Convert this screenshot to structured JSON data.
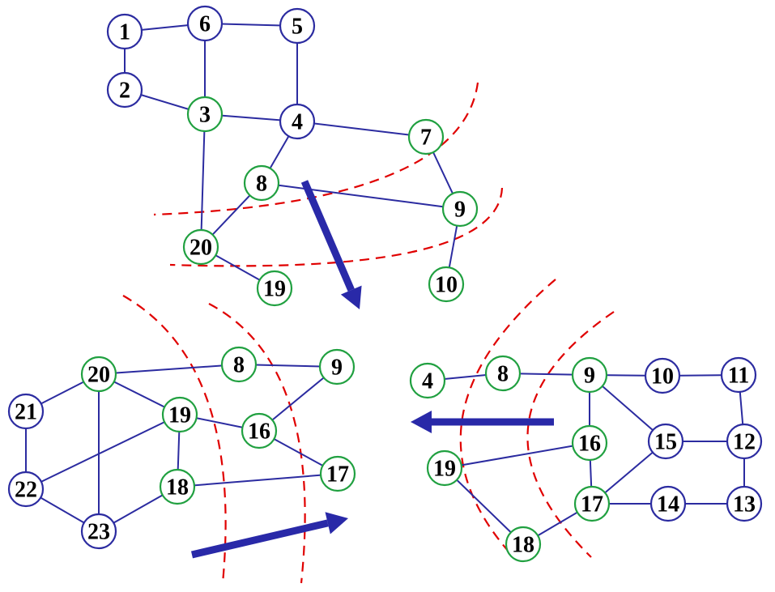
{
  "colors": {
    "edge": "#2b2ba0",
    "node_border_blue": "#2b2ba0",
    "node_border_green": "#20a040",
    "cut_line": "#e00000",
    "arrow": "#2929a8",
    "background": "#ffffff"
  },
  "graphs": [
    {
      "id": "top",
      "nodes": [
        {
          "id": "t1",
          "label": "1",
          "color": "blue"
        },
        {
          "id": "t2",
          "label": "2",
          "color": "blue"
        },
        {
          "id": "t3",
          "label": "3",
          "color": "green"
        },
        {
          "id": "t4",
          "label": "4",
          "color": "blue"
        },
        {
          "id": "t5",
          "label": "5",
          "color": "blue"
        },
        {
          "id": "t6",
          "label": "6",
          "color": "blue"
        },
        {
          "id": "t7",
          "label": "7",
          "color": "green"
        },
        {
          "id": "t8",
          "label": "8",
          "color": "green"
        },
        {
          "id": "t9",
          "label": "9",
          "color": "green"
        },
        {
          "id": "t10",
          "label": "10",
          "color": "green"
        },
        {
          "id": "t19",
          "label": "19",
          "color": "green"
        },
        {
          "id": "t20",
          "label": "20",
          "color": "green"
        }
      ],
      "edges": [
        [
          "t1",
          "t6"
        ],
        [
          "t1",
          "t2"
        ],
        [
          "t6",
          "t5"
        ],
        [
          "t6",
          "t3"
        ],
        [
          "t5",
          "t4"
        ],
        [
          "t2",
          "t3"
        ],
        [
          "t3",
          "t4"
        ],
        [
          "t3",
          "t20"
        ],
        [
          "t4",
          "t8"
        ],
        [
          "t4",
          "t7"
        ],
        [
          "t7",
          "t9"
        ],
        [
          "t8",
          "t9"
        ],
        [
          "t8",
          "t20"
        ],
        [
          "t9",
          "t10"
        ],
        [
          "t20",
          "t19"
        ]
      ]
    },
    {
      "id": "left",
      "nodes": [
        {
          "id": "l20",
          "label": "20",
          "color": "green"
        },
        {
          "id": "l21",
          "label": "21",
          "color": "blue"
        },
        {
          "id": "l22",
          "label": "22",
          "color": "blue"
        },
        {
          "id": "l23",
          "label": "23",
          "color": "blue"
        },
        {
          "id": "l19",
          "label": "19",
          "color": "green"
        },
        {
          "id": "l18",
          "label": "18",
          "color": "green"
        },
        {
          "id": "l8",
          "label": "8",
          "color": "green"
        },
        {
          "id": "l9",
          "label": "9",
          "color": "green"
        },
        {
          "id": "l16",
          "label": "16",
          "color": "green"
        },
        {
          "id": "l17",
          "label": "17",
          "color": "green"
        }
      ],
      "edges": [
        [
          "l20",
          "l8"
        ],
        [
          "l8",
          "l9"
        ],
        [
          "l20",
          "l21"
        ],
        [
          "l21",
          "l22"
        ],
        [
          "l22",
          "l23"
        ],
        [
          "l20",
          "l23"
        ],
        [
          "l20",
          "l19"
        ],
        [
          "l19",
          "l22"
        ],
        [
          "l19",
          "l18"
        ],
        [
          "l18",
          "l23"
        ],
        [
          "l19",
          "l16"
        ],
        [
          "l9",
          "l16"
        ],
        [
          "l16",
          "l17"
        ],
        [
          "l18",
          "l17"
        ]
      ]
    },
    {
      "id": "right",
      "nodes": [
        {
          "id": "r4",
          "label": "4",
          "color": "green"
        },
        {
          "id": "r8",
          "label": "8",
          "color": "green"
        },
        {
          "id": "r9",
          "label": "9",
          "color": "green"
        },
        {
          "id": "r10",
          "label": "10",
          "color": "blue"
        },
        {
          "id": "r11",
          "label": "11",
          "color": "blue"
        },
        {
          "id": "r12",
          "label": "12",
          "color": "blue"
        },
        {
          "id": "r13",
          "label": "13",
          "color": "blue"
        },
        {
          "id": "r14",
          "label": "14",
          "color": "blue"
        },
        {
          "id": "r15",
          "label": "15",
          "color": "blue"
        },
        {
          "id": "r16",
          "label": "16",
          "color": "green"
        },
        {
          "id": "r17",
          "label": "17",
          "color": "green"
        },
        {
          "id": "r18",
          "label": "18",
          "color": "green"
        },
        {
          "id": "r19",
          "label": "19",
          "color": "green"
        }
      ],
      "edges": [
        [
          "r4",
          "r8"
        ],
        [
          "r8",
          "r9"
        ],
        [
          "r9",
          "r10"
        ],
        [
          "r10",
          "r11"
        ],
        [
          "r11",
          "r12"
        ],
        [
          "r12",
          "r13"
        ],
        [
          "r13",
          "r14"
        ],
        [
          "r14",
          "r17"
        ],
        [
          "r9",
          "r15"
        ],
        [
          "r9",
          "r16"
        ],
        [
          "r15",
          "r12"
        ],
        [
          "r15",
          "r17"
        ],
        [
          "r16",
          "r17"
        ],
        [
          "r16",
          "r19"
        ],
        [
          "r19",
          "r18"
        ],
        [
          "r18",
          "r17"
        ]
      ]
    }
  ],
  "cut_lines": 6,
  "arrows": [
    {
      "id": "arrow-down",
      "direction": "down"
    },
    {
      "id": "arrow-left",
      "direction": "left"
    },
    {
      "id": "arrow-right",
      "direction": "right"
    }
  ]
}
